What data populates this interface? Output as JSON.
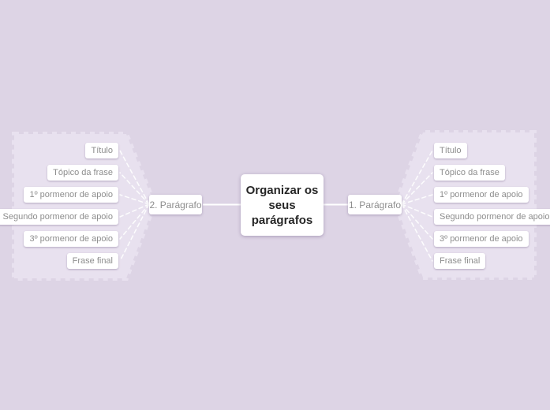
{
  "palette": {
    "background": "#ddd4e5",
    "cloud": "#e8e1ef",
    "node_bg": "#ffffff",
    "node_text": "#8d8d8d",
    "center_text": "#262626",
    "connector": "#ffffff"
  },
  "center": {
    "title": "Organizar os seus parágrafos"
  },
  "branches": [
    {
      "label": "2. Parágrafo",
      "side": "left",
      "subtopics": [
        "Título",
        "Tópico da frase",
        "1º pormenor de apoio",
        "Segundo pormenor de apoio",
        "3º pormenor de apoio",
        "Frase final"
      ]
    },
    {
      "label": "1. Parágrafo",
      "side": "right",
      "subtopics": [
        "Título",
        "Tópico da frase",
        "1º pormenor de apoio",
        "Segundo pormenor de apoio",
        "3º pormenor de apoio",
        "Frase final"
      ]
    }
  ]
}
